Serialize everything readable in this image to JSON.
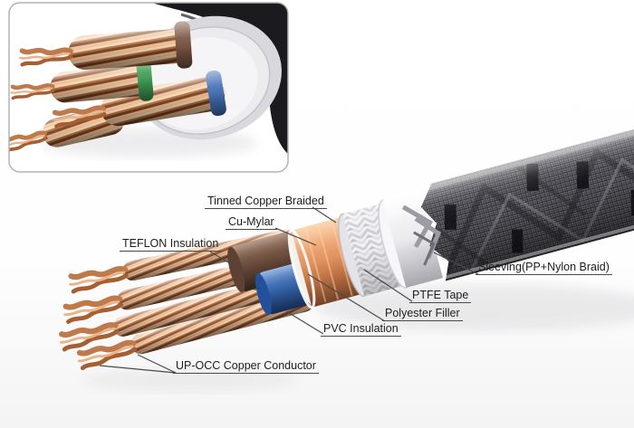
{
  "labels": {
    "tinned_copper_braided": "Tinned Copper Braided",
    "cu_mylar": "Cu-Mylar",
    "teflon_insulation": "TEFLON Insulation",
    "sleeving": "Sleeving(PP+Nylon Braid)",
    "ptfe_tape": "PTFE Tape",
    "polyester_filler": "Polyester Filler",
    "pvc_insulation": "PVC Insulation",
    "up_occ_copper_conductor": "UP-OCC Copper Conductor"
  },
  "colors": {
    "label_text": "#1d1d1f",
    "leader_line": "#4a4a4c",
    "inset_border": "#b3b3b6",
    "copper": "#cd8a5c",
    "copper_tape": "#e8a070",
    "brown_insulation": "#6b4d3e",
    "blue_insulation": "#3565ad",
    "green_filler": "#3f9e54",
    "brown_ring": "#7a5443",
    "green_ring": "#3f9e54",
    "blue_ring": "#4470b5",
    "mesh_sleeve": "#55555b",
    "white_braid": "#f2f2f4",
    "ptfe_white": "#ededf0",
    "jacket_black": "#1b1b1f"
  }
}
